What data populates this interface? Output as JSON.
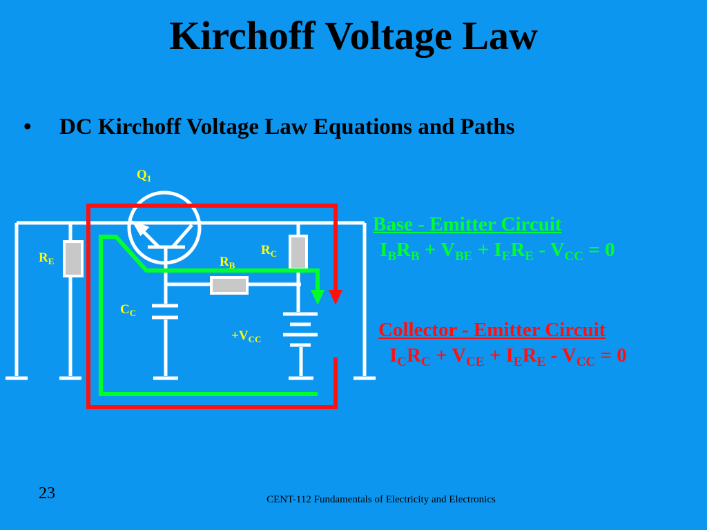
{
  "title": "Kirchoff Voltage Law",
  "bullet": {
    "marker": "•",
    "text": "DC Kirchoff Voltage Law Equations and Paths"
  },
  "labels": {
    "q": "Q",
    "q_sub": "1",
    "re": "R",
    "re_sub": "E",
    "rb": "R",
    "rb_sub": "B",
    "rc": "R",
    "rc_sub": "C",
    "cc": "C",
    "cc_sub": "C",
    "vcc": "+V",
    "vcc_sub": "CC"
  },
  "base_emitter": {
    "title": "Base - Emitter Circuit",
    "equation": {
      "p1": "I",
      "p1s": "B",
      "p2": "R",
      "p2s": "B",
      "p3": " + V",
      "p3s": "BE",
      "p4": " + I",
      "p4s": "E",
      "p5": "R",
      "p5s": "E",
      "p6": " - V",
      "p6s": "CC",
      "p7": " = 0"
    },
    "color": "#00ff2a"
  },
  "collector_emitter": {
    "title": "Collector - Emitter Circuit",
    "equation": {
      "p1": "I",
      "p1s": "C",
      "p2": "R",
      "p2s": "C",
      "p3": " + V",
      "p3s": "CE",
      "p4": " + I",
      "p4s": "E",
      "p5": "R",
      "p5s": "E",
      "p6": " - V",
      "p6s": "CC",
      "p7": " = 0"
    },
    "color": "#ff1010"
  },
  "page_number": "23",
  "footer": "CENT-112 Fundamentals of Electricity and Electronics"
}
